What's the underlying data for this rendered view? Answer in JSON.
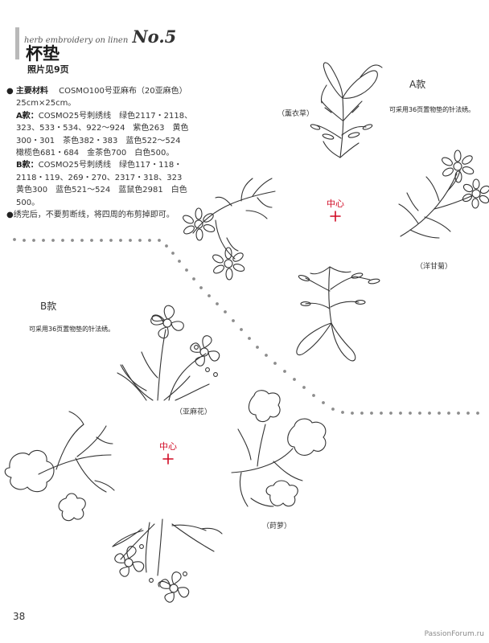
{
  "header": {
    "series_label": "herb embroidery on linen",
    "series_no": "No.5",
    "title": "杯垫",
    "photo_ref": "照片见9页"
  },
  "materials": {
    "main_label": "主要材料",
    "main_text": "COSMO100号亚麻布（20亚麻色）",
    "size": "25cm×25cm。",
    "a_label": "A款：",
    "a_text": "COSMO25号刺绣线　绿色2117・2118、323、533・534、922〜924　紫色263　黄色300・301　茶色382・383　蓝色522〜524　橄榄色681・684　金茶色700　白色500。",
    "b_label": "B款：",
    "b_text": "COSMO25号刺绣线　绿色117・118・2118・119、269・270、2317・318、323　黄色300　蓝色521〜524　蓝鼠色2981　白色500。",
    "finish_text": "绣完后，不要剪断线，将四周的布剪掉即可。"
  },
  "variant_a": {
    "heading": "A款",
    "note": "可采用36页置物垫的针法绣。",
    "label_lavender": "（薰衣草）",
    "label_chamomile": "（洋甘菊）",
    "center_label": "中心"
  },
  "variant_b": {
    "heading": "B款",
    "note": "可采用36页置物垫的针法绣。",
    "label_flax": "（亚麻花）",
    "label_dill": "（莳萝）",
    "center_label": "中心"
  },
  "footer": {
    "page_number": "38",
    "watermark": "PassionForum.ru"
  },
  "colors": {
    "center_mark": "#d10a24",
    "line": "#333333",
    "dots": "#8c8c8c"
  }
}
